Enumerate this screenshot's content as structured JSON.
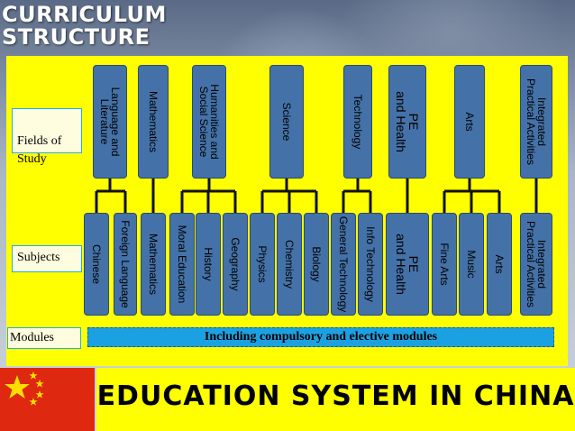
{
  "title_line1": "CURRICULUM",
  "title_line2": "STRUCTURE",
  "row_labels": {
    "fields": "Fields of\nStudy",
    "subjects": "Subjects",
    "modules": "Modules"
  },
  "fields": [
    "Language and\nLiterature",
    "Mathematics",
    "Humanities and\nSocial Science",
    "Science",
    "Technology",
    "PE\nand Health",
    "Arts",
    "Integrated\nPractical Activities"
  ],
  "subjects": [
    "Chinese",
    "Foreign Language",
    "Mathematics",
    "Moral Education",
    "History",
    "Geography",
    "Physics",
    "Chemistry",
    "Biology",
    "General Technology",
    "Info Technology",
    "PE\nand Health",
    "Fine Arts",
    "Music",
    "Arts",
    "Integrated\nPractical Activities"
  ],
  "modules_text": "Including compulsory and elective modules",
  "footer_text": "EDUCATION  SYSTEM  IN  CHINA",
  "colors": {
    "panel": "#ffff00",
    "bar": "#4472a8",
    "modules_bar": "#1ba1e2",
    "flag_red": "#de2910",
    "flag_star": "#ffde00"
  }
}
